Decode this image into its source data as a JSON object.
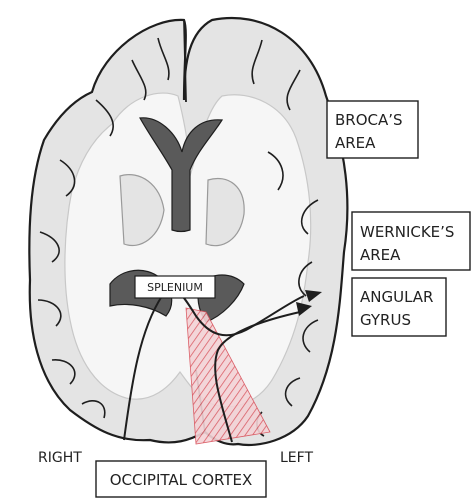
{
  "labels": {
    "broca_line1": "BROCA’S",
    "broca_line2": "AREA",
    "wernicke_line1": "WERNICKE’S",
    "wernicke_line2": "AREA",
    "angular_line1": "ANGULAR",
    "angular_line2": "GYRUS",
    "splenium": "SPLENIUM",
    "right": "RIGHT",
    "left": "LEFT",
    "occipital": "OCCIPITAL CORTEX"
  },
  "colors": {
    "brain_fill": "#e4e4e4",
    "outline": "#1e1e1e",
    "white_matter": "#f6f6f6",
    "ventricle": "#5a5a5a",
    "lesion": "#d9505a",
    "text": "#222222"
  }
}
